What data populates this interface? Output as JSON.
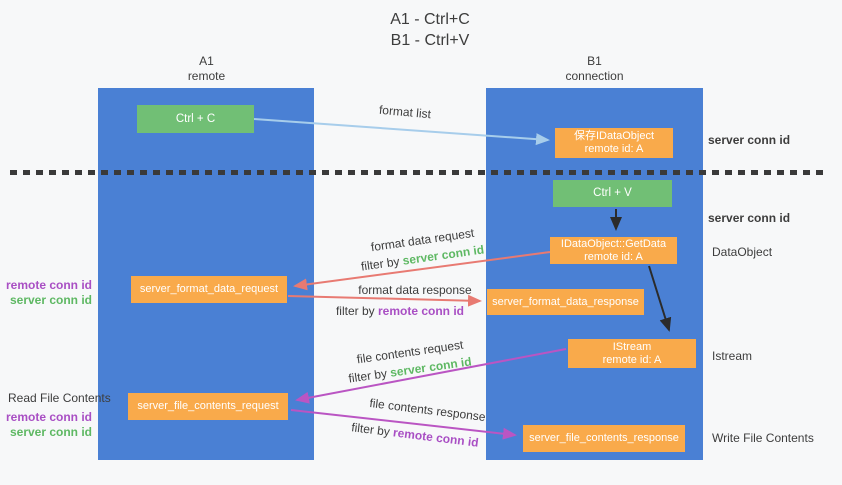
{
  "title": {
    "line1": "A1 - Ctrl+C",
    "line2": "B1 - Ctrl+V"
  },
  "lifelines": {
    "left": {
      "id": "A1",
      "label": "remote"
    },
    "right": {
      "id": "B1",
      "label": "connection"
    }
  },
  "nodes": {
    "ctrl_c": "Ctrl + C",
    "ctrl_v": "Ctrl + V",
    "save_idataobject": {
      "title": "保存IDataObject",
      "subtitle": "remote id: A"
    },
    "getdata": {
      "title": "IDataObject::GetData",
      "subtitle": "remote id: A"
    },
    "istream": {
      "title": "IStream",
      "subtitle": "remote id: A"
    },
    "server_format_data_request": "server_format_data_request",
    "server_format_data_response": "server_format_data_response",
    "server_file_contents_request": "server_file_contents_request",
    "server_file_contents_response": "server_file_contents_response"
  },
  "arrow_labels": {
    "format_list": "format list",
    "format_data_request": "format data request",
    "format_data_response": "format data response",
    "file_contents_request": "file contents request",
    "file_contents_response": "file contents response",
    "filter_by": "filter by"
  },
  "side_labels": {
    "server_conn_id": "server conn id",
    "remote_conn_id": "remote conn id",
    "dataobject": "DataObject",
    "istream": "Istream",
    "read_file_contents": "Read File Contents",
    "write_file_contents": "Write File Contents"
  },
  "colors": {
    "lifeline_blue": "#4a80d4",
    "node_green": "#71bf75",
    "node_orange": "#f9aa4b",
    "arrow_blue": "#a7cdeb",
    "arrow_red": "#e87a72",
    "arrow_purple": "#ba55c3",
    "arrow_black": "#2b2b2b",
    "text_green": "#5eb863",
    "text_purple": "#a94fc4"
  }
}
